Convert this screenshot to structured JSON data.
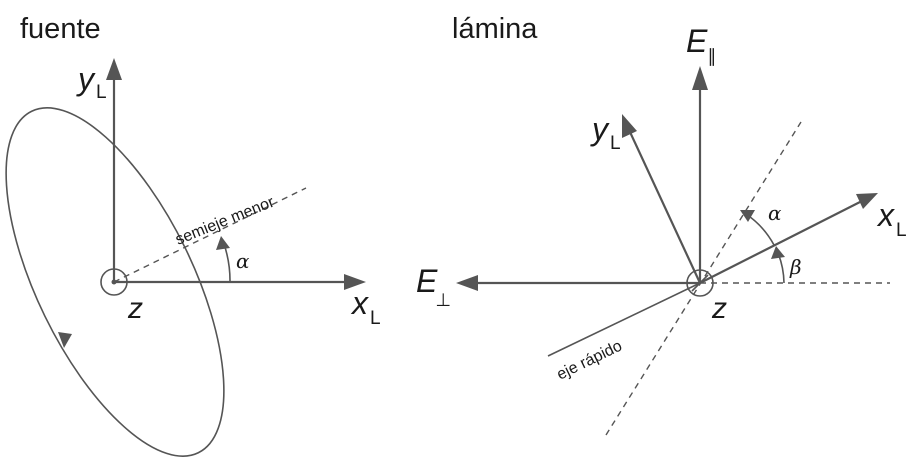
{
  "left": {
    "title": "fuente",
    "y_axis": {
      "letter": "y",
      "subscript": "L"
    },
    "x_axis": {
      "letter": "x",
      "subscript": "L"
    },
    "z_label": "z",
    "minor_axis_label": "semieje menor",
    "angle_label": "α"
  },
  "right": {
    "title": "lámina",
    "e_parallel": {
      "letter": "E",
      "subscript": "∥"
    },
    "e_perp": {
      "letter": "E",
      "subscript": "⊥"
    },
    "y_axis": {
      "letter": "y",
      "subscript": "L"
    },
    "x_axis": {
      "letter": "x",
      "subscript": "L"
    },
    "z_label": "z",
    "fast_axis_label": "eje rápido",
    "alpha_label": "α",
    "beta_label": "β"
  },
  "colors": {
    "line": "#555555",
    "text": "#1a1a1a"
  }
}
